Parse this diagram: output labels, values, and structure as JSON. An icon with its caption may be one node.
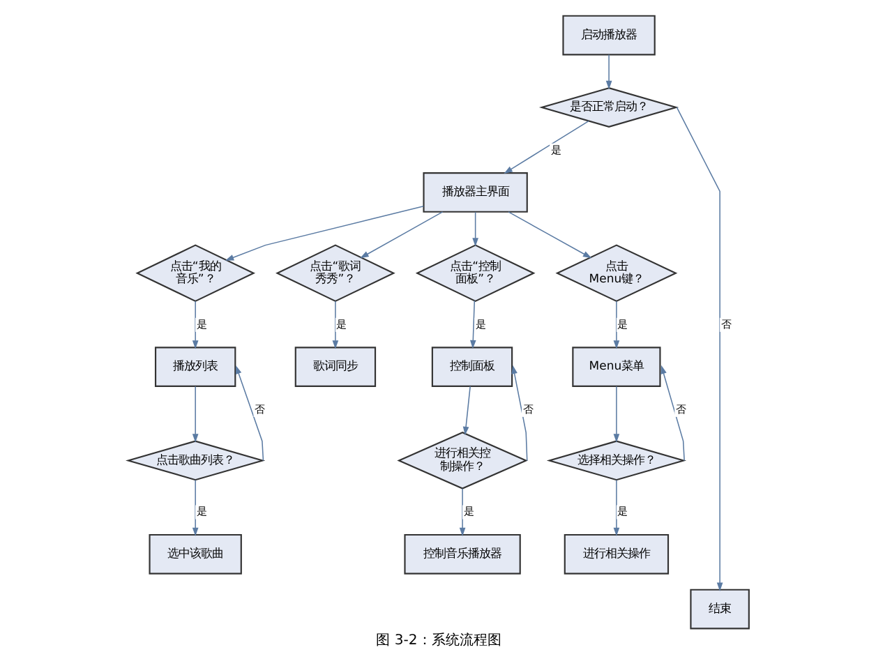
{
  "diagram": {
    "caption": "图 3-2：系统流程图",
    "nodes": [
      {
        "text": [
          "启动播放器"
        ]
      },
      {
        "text": [
          "是否正常启动？"
        ]
      },
      {
        "text": [
          "播放器主界面"
        ]
      },
      {
        "text": [
          "点击“我的音乐”？"
        ]
      },
      {
        "text": [
          "点击“歌词秀秀”？"
        ]
      },
      {
        "text": [
          "点击“控制面板”？"
        ]
      },
      {
        "text": [
          "点击Menu键？"
        ]
      },
      {
        "text": [
          "播放列表"
        ]
      },
      {
        "text": [
          "歌词同步"
        ]
      },
      {
        "text": [
          "控制面板"
        ]
      },
      {
        "text": [
          "Menu菜单"
        ]
      },
      {
        "text": [
          "点击歌曲列表？"
        ]
      },
      {
        "text": [
          "进行相关控制操作？"
        ]
      },
      {
        "text": [
          "选择相关操作？"
        ]
      },
      {
        "text": [
          "选中该歌曲"
        ]
      },
      {
        "text": [
          "控制音乐播放器"
        ]
      },
      {
        "text": [
          "进行相关操作"
        ]
      },
      {
        "text": [
          "结束"
        ]
      }
    ],
    "edges": [
      {
        "from": 0,
        "to": 1,
        "arrow": "to"
      },
      {
        "from": 1,
        "to": 2,
        "arrow": "to",
        "label": "是"
      },
      {
        "from": 1,
        "to": 17,
        "arrow": "to",
        "label": "否"
      },
      {
        "from": 2,
        "to": 3,
        "arrow": "to"
      },
      {
        "from": 2,
        "to": 4,
        "arrow": "to"
      },
      {
        "from": 2,
        "to": 5,
        "arrow": "to"
      },
      {
        "from": 2,
        "to": 6,
        "arrow": "to"
      },
      {
        "from": 3,
        "to": 7,
        "arrow": "to",
        "label": "是"
      },
      {
        "from": 4,
        "to": 8,
        "arrow": "to",
        "label": "是"
      },
      {
        "from": 5,
        "to": 9,
        "arrow": "to",
        "label": "是"
      },
      {
        "from": 6,
        "to": 10,
        "arrow": "to",
        "label": "是"
      },
      {
        "from": 7,
        "to": 11,
        "arrow": "to"
      },
      {
        "from": 11,
        "to": 7,
        "arrow": "to",
        "label": "否"
      },
      {
        "from": 11,
        "to": 14,
        "arrow": "to",
        "label": "是"
      },
      {
        "from": 9,
        "to": 12,
        "arrow": "to"
      },
      {
        "from": 12,
        "to": 9,
        "arrow": "to",
        "label": "否"
      },
      {
        "from": 12,
        "to": 15,
        "arrow": "to",
        "label": "是"
      },
      {
        "from": 10,
        "to": 13,
        "arrow": "to"
      },
      {
        "from": 13,
        "to": 10,
        "arrow": "to",
        "label": "否"
      },
      {
        "from": 13,
        "to": 16,
        "arrow": "to",
        "label": "是"
      }
    ]
  }
}
